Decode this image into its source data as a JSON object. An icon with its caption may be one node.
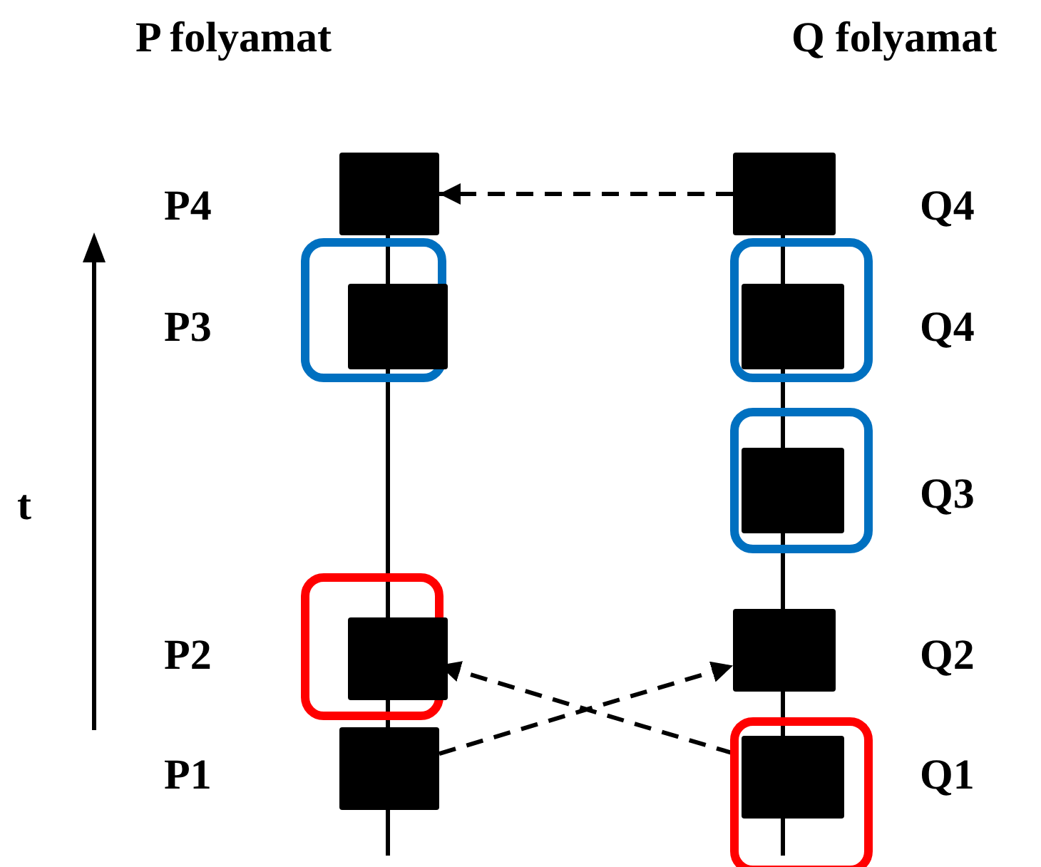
{
  "diagram": {
    "nodes": [
      {
        "text": [],
        "shape": "box",
        "beside": [
          "P4"
        ]
      },
      {
        "text": [],
        "shape": "box",
        "beside": [
          "Q4"
        ]
      },
      {
        "text": [],
        "shape": "box"
      },
      {
        "text": [],
        "shape": "box",
        "in": 2,
        "beside": [
          "P3"
        ]
      },
      {
        "text": [],
        "shape": "box"
      },
      {
        "text": [],
        "shape": "box",
        "in": 4,
        "beside": [
          "Q4"
        ]
      },
      {
        "text": [],
        "shape": "box"
      },
      {
        "text": [],
        "shape": "box",
        "in": 6,
        "beside": [
          "Q3"
        ]
      },
      {
        "text": [],
        "shape": "box"
      },
      {
        "text": [],
        "shape": "box",
        "in": 8,
        "beside": [
          "P2"
        ]
      },
      {
        "text": [],
        "shape": "box",
        "beside": [
          "Q2"
        ]
      },
      {
        "text": [],
        "shape": "box",
        "beside": [
          "P1"
        ]
      },
      {
        "text": [],
        "shape": "box"
      },
      {
        "text": [],
        "shape": "box",
        "in": 12,
        "beside": [
          "Q1"
        ]
      }
    ],
    "edges": [
      {
        "from": 1,
        "to": 0,
        "arrow": "to",
        "style": "dashed"
      },
      {
        "from": 13,
        "to": 9,
        "arrow": "to",
        "style": "dashed"
      },
      {
        "from": 11,
        "to": 10,
        "arrow": "to",
        "style": "dashed"
      }
    ],
    "labels": [
      "P folyamat",
      "Q folyamat",
      "t"
    ]
  }
}
